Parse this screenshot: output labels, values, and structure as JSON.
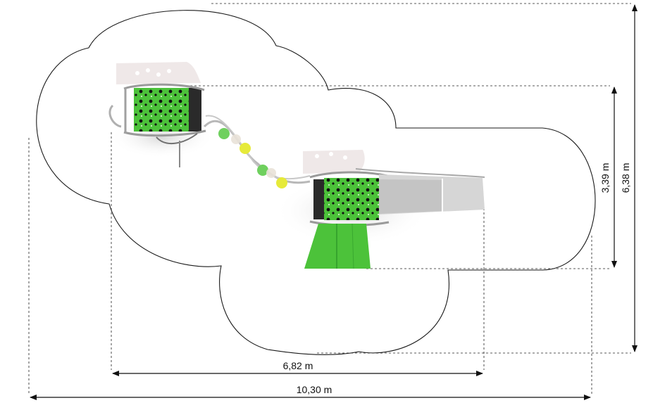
{
  "dimensions": {
    "total_width": "10,30 m",
    "structure_width": "6,82 m",
    "structure_depth": "3,39 m",
    "total_depth": "6,38 m"
  },
  "colors": {
    "outline": "#1a1a1a",
    "panel_green": "#4cc23a",
    "panel_green_dark": "#2f9a2a",
    "metal": "#c9c9c9",
    "accent_yellow": "#e6ea3a",
    "slide": "#d6d6d6"
  },
  "icons": [
    "play-tower-left",
    "play-tower-right",
    "wavy-bridge",
    "slide",
    "climbing-ramp"
  ]
}
